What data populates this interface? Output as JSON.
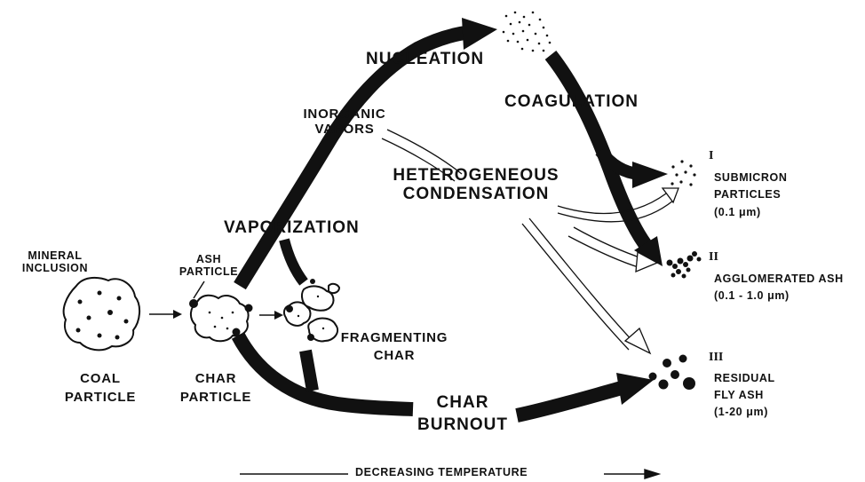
{
  "labels": {
    "nucleation": "NUCLEATION",
    "coagulation": "COAGULATION",
    "inorganic_vapors": [
      "INORGANIC",
      "VAPORS"
    ],
    "heterogeneous_condensation": [
      "HETEROGENEOUS",
      "CONDENSATION"
    ],
    "vaporization": "VAPORIZATION",
    "mineral_inclusion": [
      "MINERAL",
      "INCLUSION"
    ],
    "ash_particle": [
      "ASH",
      "PARTICLE"
    ],
    "coal_particle": [
      "COAL",
      "PARTICLE"
    ],
    "char_particle": [
      "CHAR",
      "PARTICLE"
    ],
    "fragmenting_char": [
      "FRAGMENTING",
      "CHAR"
    ],
    "char_burnout": [
      "CHAR",
      "BURNOUT"
    ],
    "decreasing_temperature": "DECREASING TEMPERATURE"
  },
  "outputs": [
    {
      "numeral": "I",
      "lines": [
        "SUBMICRON",
        "PARTICLES",
        "(0.1 μm)"
      ]
    },
    {
      "numeral": "II",
      "lines": [
        "AGGLOMERATED ASH",
        "(0.1 - 1.0 μm)"
      ]
    },
    {
      "numeral": "III",
      "lines": [
        "RESIDUAL",
        "FLY ASH",
        "(1-20 μm)"
      ]
    }
  ]
}
